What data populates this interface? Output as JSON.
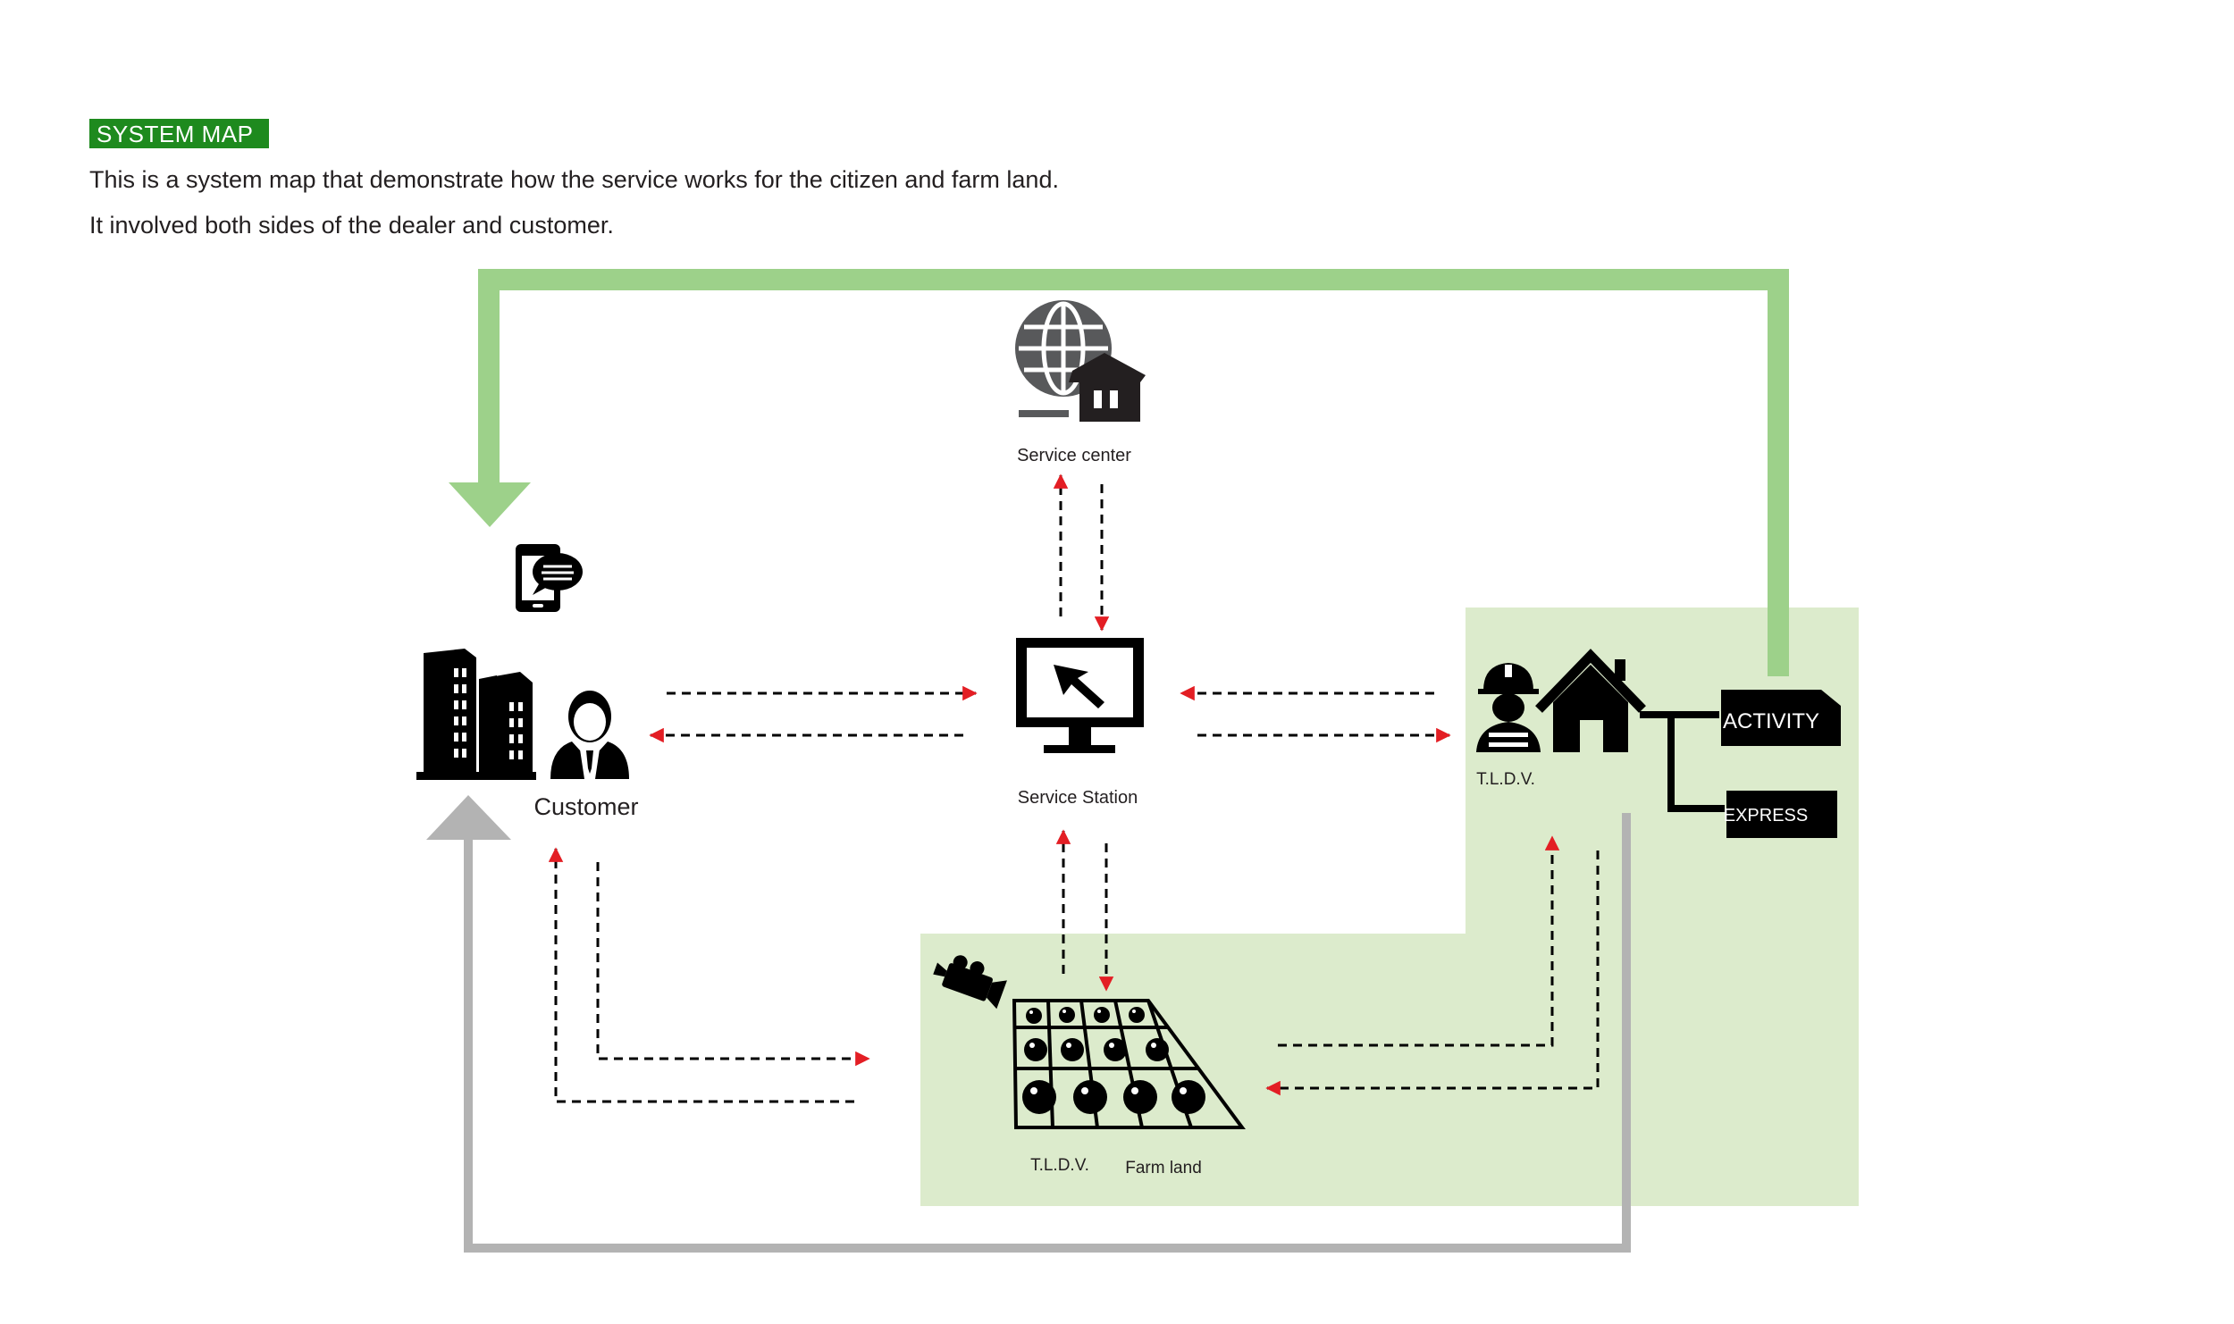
{
  "header": {
    "badge": "SYSTEM MAP",
    "line1": "This is a system map that demonstrate how the service works for the citizen and farm land.",
    "line2": "It involved both sides of the dealer and customer."
  },
  "nodes": {
    "service_center": "Service center",
    "customer": "Customer",
    "service_station": "Service Station",
    "tldv_right": "T.L.D.V.",
    "tldv_farm": "T.L.D.V.",
    "farm_land": "Farm land",
    "activity": "ACTIVITY",
    "express": "EXPRESS"
  },
  "colors": {
    "badge_green": "#1e8a1e",
    "flow_green": "#9dd18a",
    "zone_green": "#dcebcc",
    "flow_gray": "#b3b3b3",
    "arrow_red": "#e31e24",
    "icon_black": "#000000",
    "globe_gray": "#58595b"
  },
  "icons": [
    "phone-chat-icon",
    "buildings-icon",
    "businessman-icon",
    "globe-icon",
    "house-icon",
    "monitor-cursor-icon",
    "worker-icon",
    "home-icon",
    "camera-icon",
    "farm-grid-icon",
    "tomato-icon"
  ]
}
